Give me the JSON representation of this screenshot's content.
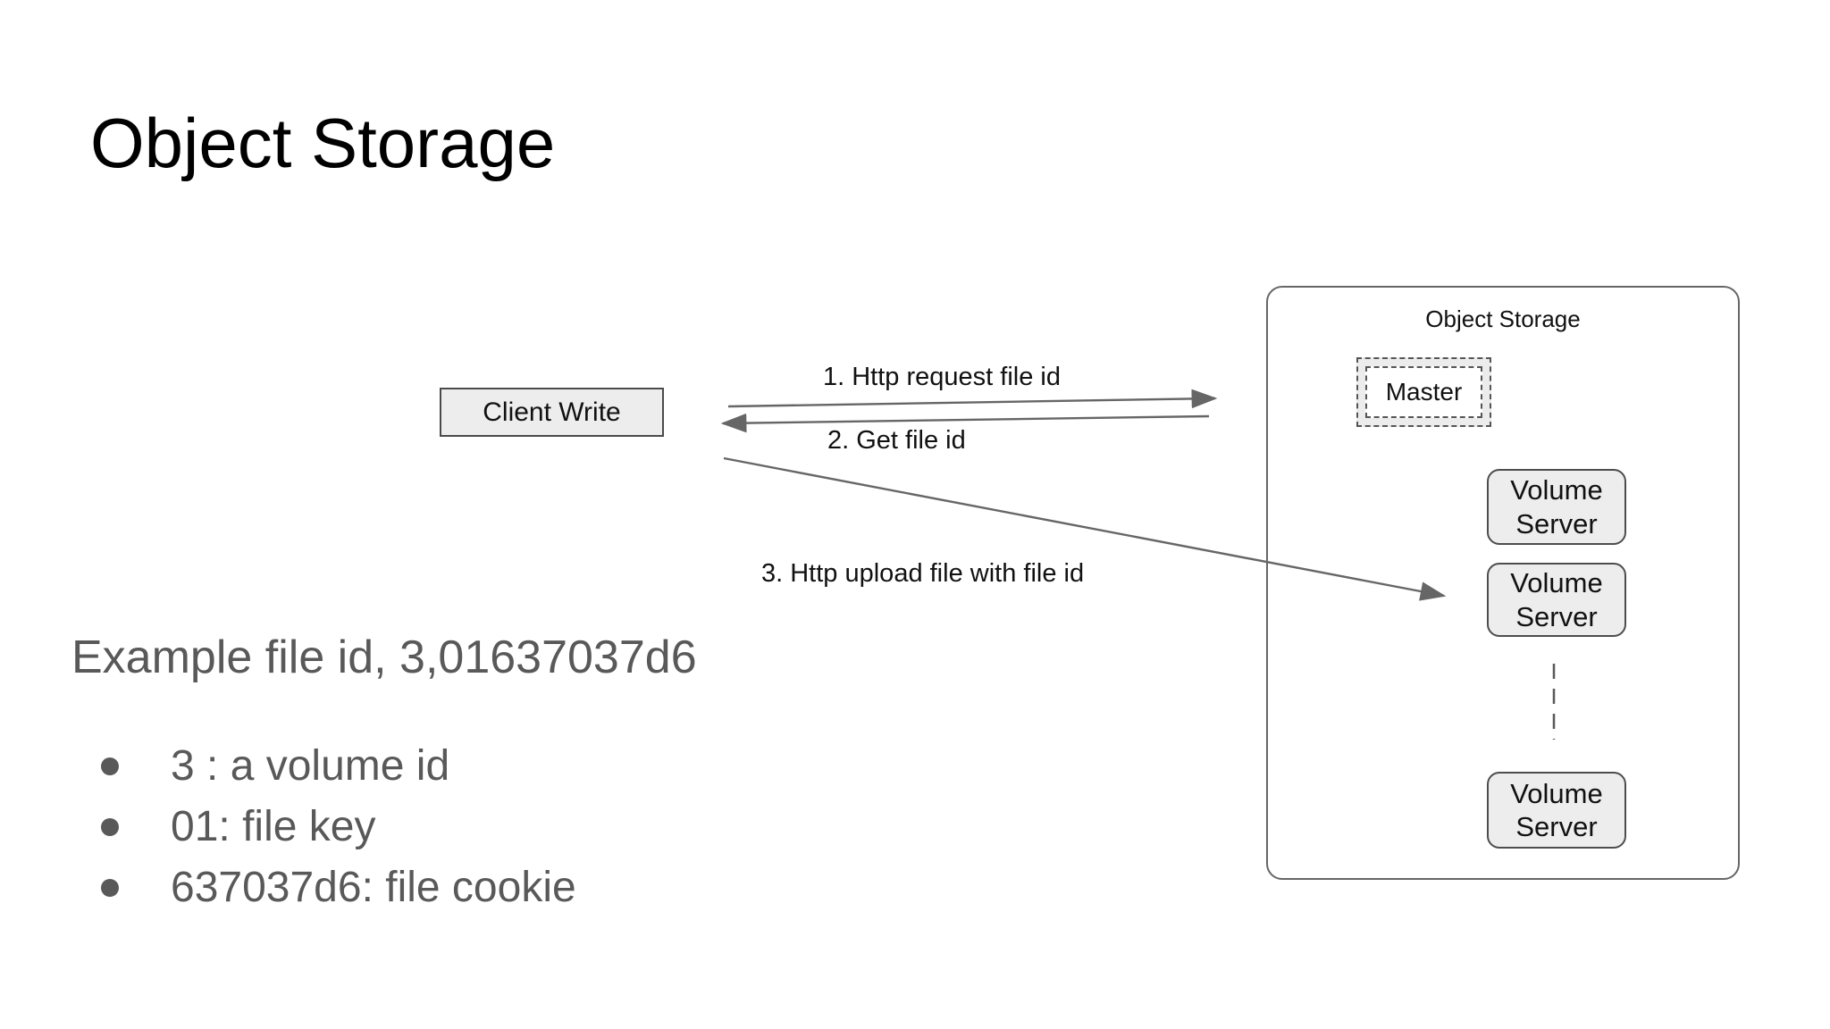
{
  "slide": {
    "title": "Object Storage",
    "example_file_id": "Example file id, 3,01637037d6",
    "bullets": [
      "3 : a volume id",
      "01: file key",
      "637037d6: file cookie"
    ]
  },
  "diagram": {
    "client_box_label": "Client Write",
    "storage_container_label": "Object Storage",
    "master_label": "Master",
    "volume_server_labels": [
      "Volume Server",
      "Volume Server",
      "Volume Server"
    ],
    "arrow_labels": {
      "request": "1. Http request file id",
      "get": "2. Get file id",
      "upload": "3. Http upload file with file id"
    }
  },
  "colors": {
    "background": "#ffffff",
    "title_text": "#000000",
    "muted_text": "#595959",
    "diagram_text": "#111111",
    "box_fill": "#ededed",
    "box_border": "#4d4d4d",
    "dashed_border": "#555555",
    "arrow": "#666666"
  }
}
